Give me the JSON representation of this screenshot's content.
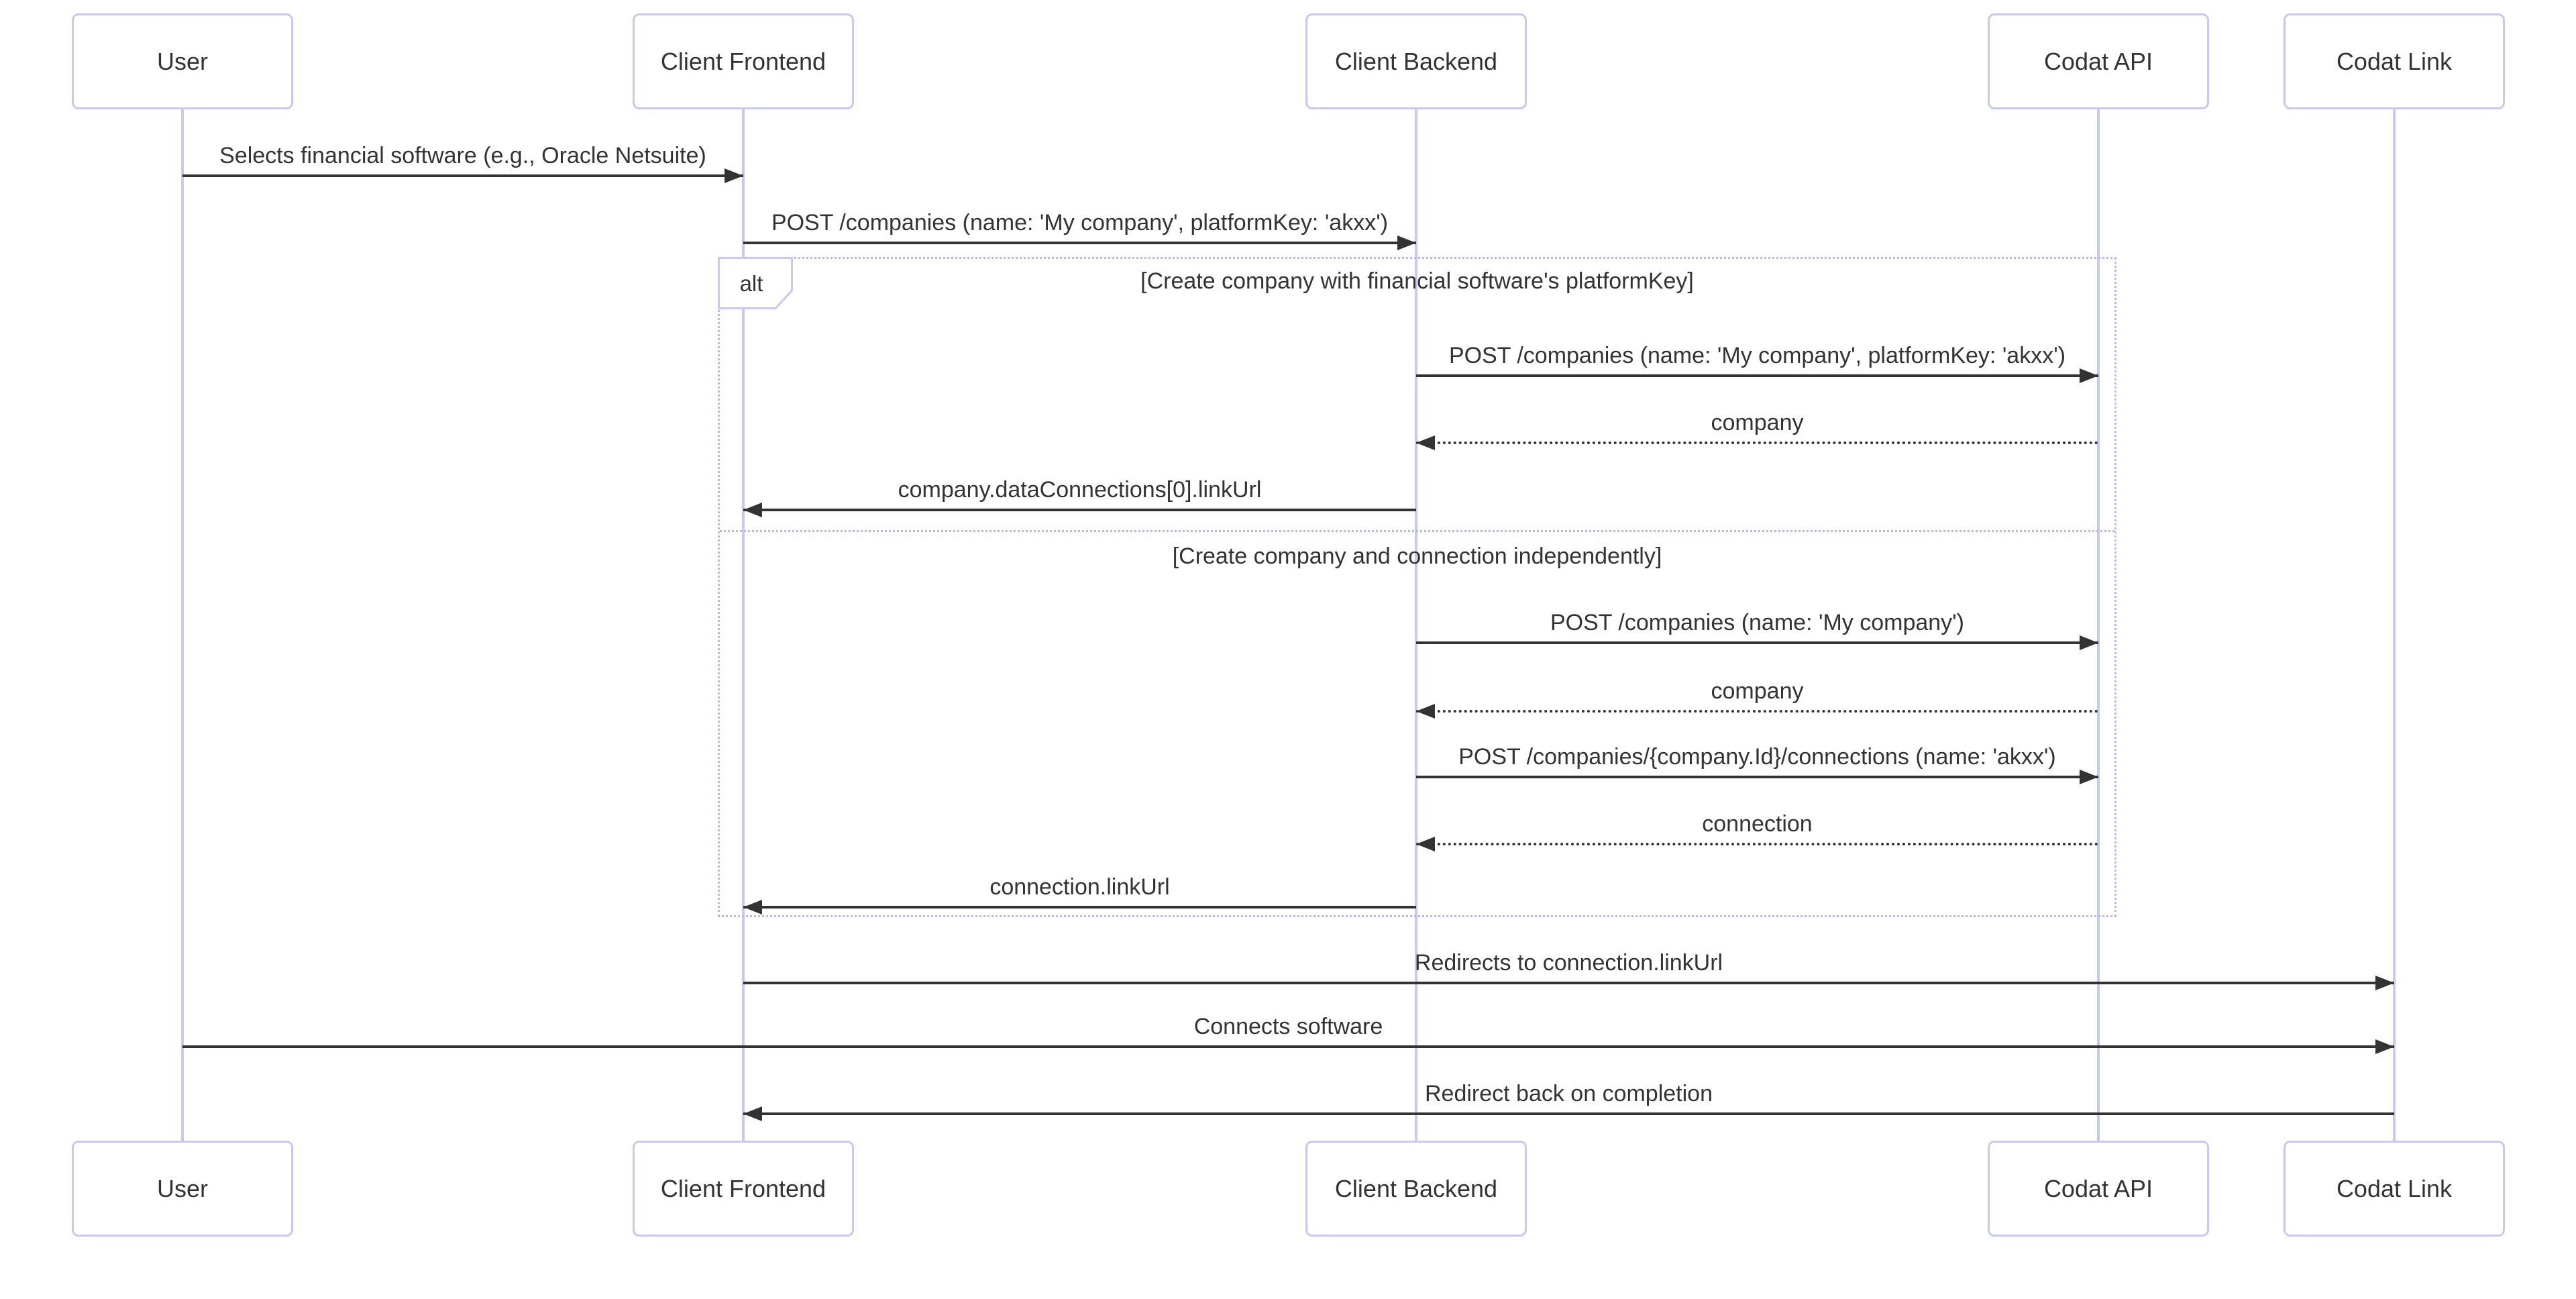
{
  "diagram": {
    "type": "sequence",
    "actors": [
      {
        "name": "User"
      },
      {
        "name": "Client Frontend"
      },
      {
        "name": "Client Backend"
      },
      {
        "name": "Codat API"
      },
      {
        "name": "Codat Link"
      }
    ],
    "alt": {
      "operator": "alt",
      "branch1_label": "[Create company with financial software's platformKey]",
      "branch2_label": "[Create company and connection independently]"
    },
    "messages": [
      {
        "from": "User",
        "to": "Client Frontend",
        "line": "solid",
        "direction": "right",
        "text": "Selects financial software (e.g., Oracle Netsuite)"
      },
      {
        "from": "Client Frontend",
        "to": "Client Backend",
        "line": "solid",
        "direction": "right",
        "text": "POST /companies (name: 'My company', platformKey: 'akxx')"
      },
      {
        "from": "Client Backend",
        "to": "Codat API",
        "line": "solid",
        "direction": "right",
        "text": "POST /companies (name: 'My company', platformKey: 'akxx')"
      },
      {
        "from": "Codat API",
        "to": "Client Backend",
        "line": "dotted",
        "direction": "left",
        "text": "company"
      },
      {
        "from": "Client Backend",
        "to": "Client Frontend",
        "line": "solid",
        "direction": "left",
        "text": "company.dataConnections[0].linkUrl"
      },
      {
        "from": "Client Backend",
        "to": "Codat API",
        "line": "solid",
        "direction": "right",
        "text": "POST /companies (name: 'My company')"
      },
      {
        "from": "Codat API",
        "to": "Client Backend",
        "line": "dotted",
        "direction": "left",
        "text": "company"
      },
      {
        "from": "Client Backend",
        "to": "Codat API",
        "line": "solid",
        "direction": "right",
        "text": "POST /companies/{company.Id}/connections (name: 'akxx')"
      },
      {
        "from": "Codat API",
        "to": "Client Backend",
        "line": "dotted",
        "direction": "left",
        "text": "connection"
      },
      {
        "from": "Client Backend",
        "to": "Client Frontend",
        "line": "solid",
        "direction": "left",
        "text": "connection.linkUrl"
      },
      {
        "from": "Client Frontend",
        "to": "Codat Link",
        "line": "solid",
        "direction": "right",
        "text": "Redirects to connection.linkUrl"
      },
      {
        "from": "User",
        "to": "Codat Link",
        "line": "solid",
        "direction": "right",
        "text": "Connects software"
      },
      {
        "from": "Codat Link",
        "to": "Client Frontend",
        "line": "solid",
        "direction": "left",
        "text": "Redirect back on completion"
      }
    ],
    "colors": {
      "background": "#ffffff",
      "actor_border": "#c8c8f0",
      "lifeline": "#c8c8f0",
      "frame_border": "#b8b8e2",
      "arrow": "#333333",
      "text": "#333333"
    }
  }
}
